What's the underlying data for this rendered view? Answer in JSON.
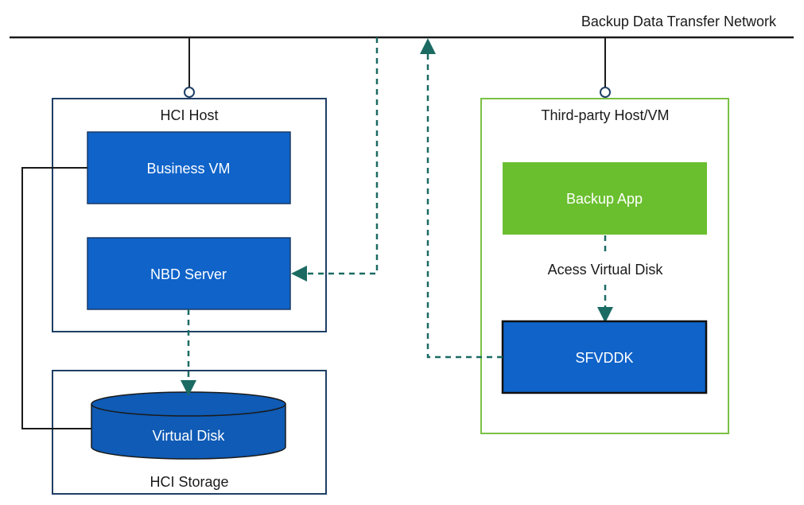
{
  "network": {
    "label": "Backup Data Transfer Network"
  },
  "hci_host": {
    "title": "HCI Host",
    "business_vm": "Business VM",
    "nbd_server": "NBD Server"
  },
  "hci_storage": {
    "title": "HCI Storage",
    "virtual_disk": "Virtual Disk"
  },
  "third_party": {
    "title": "Third-party Host/VM",
    "backup_app": "Backup App",
    "access_label": "Acess Virtual Disk",
    "sfvddk": "SFVDDK"
  },
  "colors": {
    "host_border": "#1f3f66",
    "third_party_border": "#7ac143",
    "blue_box": "#0f63c9",
    "blue_box_border": "#1a3a66",
    "green_box": "#6abf2e",
    "dashed": "#1b6b63",
    "line": "#1a1a1a"
  }
}
